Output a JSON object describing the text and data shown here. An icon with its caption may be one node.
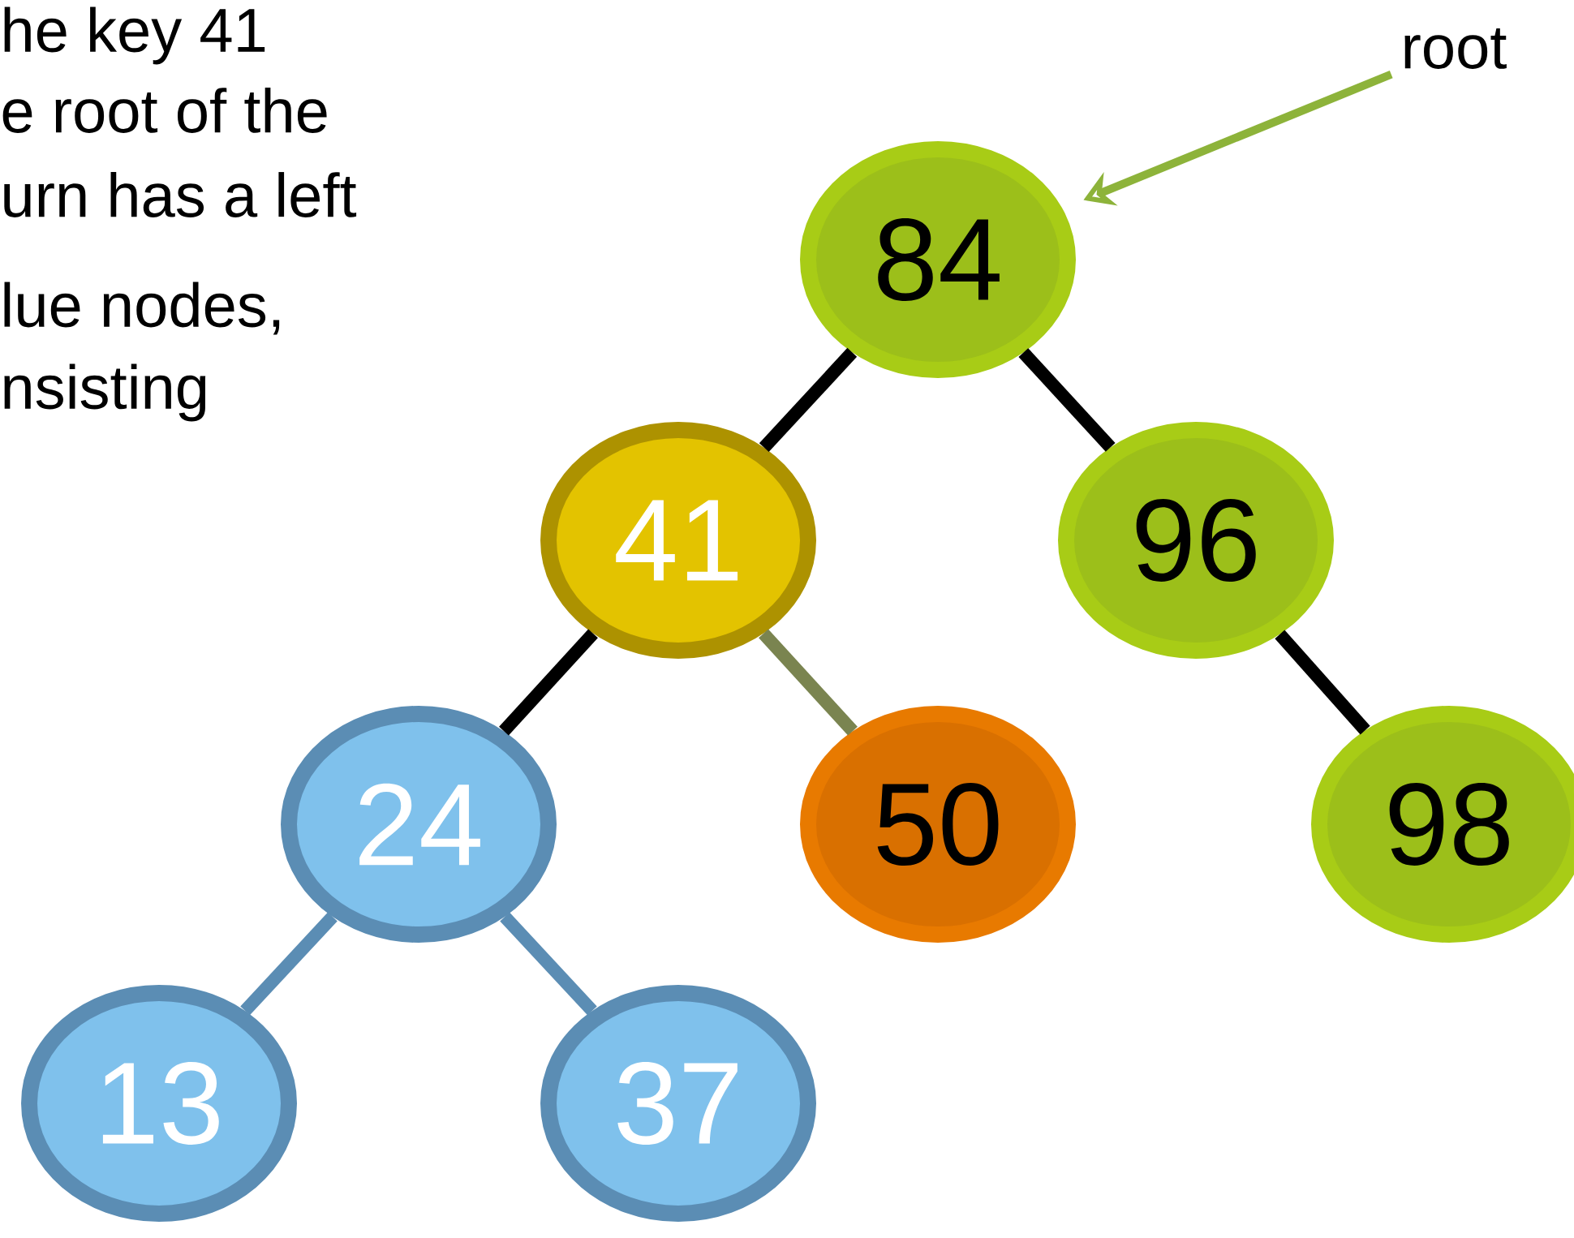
{
  "diagram": {
    "nodes": [
      {
        "text": [
          "84"
        ]
      },
      {
        "text": [
          "41"
        ]
      },
      {
        "text": [
          "96"
        ]
      },
      {
        "text": [
          "24"
        ]
      },
      {
        "text": [
          "50"
        ]
      },
      {
        "text": [
          "98"
        ]
      },
      {
        "text": [
          "13"
        ]
      },
      {
        "text": [
          "37"
        ]
      },
      {
        "text": [
          "root"
        ]
      }
    ],
    "edges": [
      {
        "from": 0,
        "to": 1,
        "arrow": "none"
      },
      {
        "from": 0,
        "to": 2,
        "arrow": "none"
      },
      {
        "from": 1,
        "to": 3,
        "arrow": "none"
      },
      {
        "from": 1,
        "to": 4,
        "arrow": "none",
        "color": "#7a8450"
      },
      {
        "from": 2,
        "to": 5,
        "arrow": "none"
      },
      {
        "from": 3,
        "to": 6,
        "arrow": "none",
        "color": "#5b8db4"
      },
      {
        "from": 3,
        "to": 7,
        "arrow": "none",
        "color": "#5b8db4"
      },
      {
        "from": 8,
        "to": 0,
        "arrow": "to",
        "color": "#8db33a"
      }
    ],
    "labels": [
      "he key 41",
      "e root of the",
      "urn has a left",
      "lue nodes,",
      "nsisting"
    ]
  }
}
